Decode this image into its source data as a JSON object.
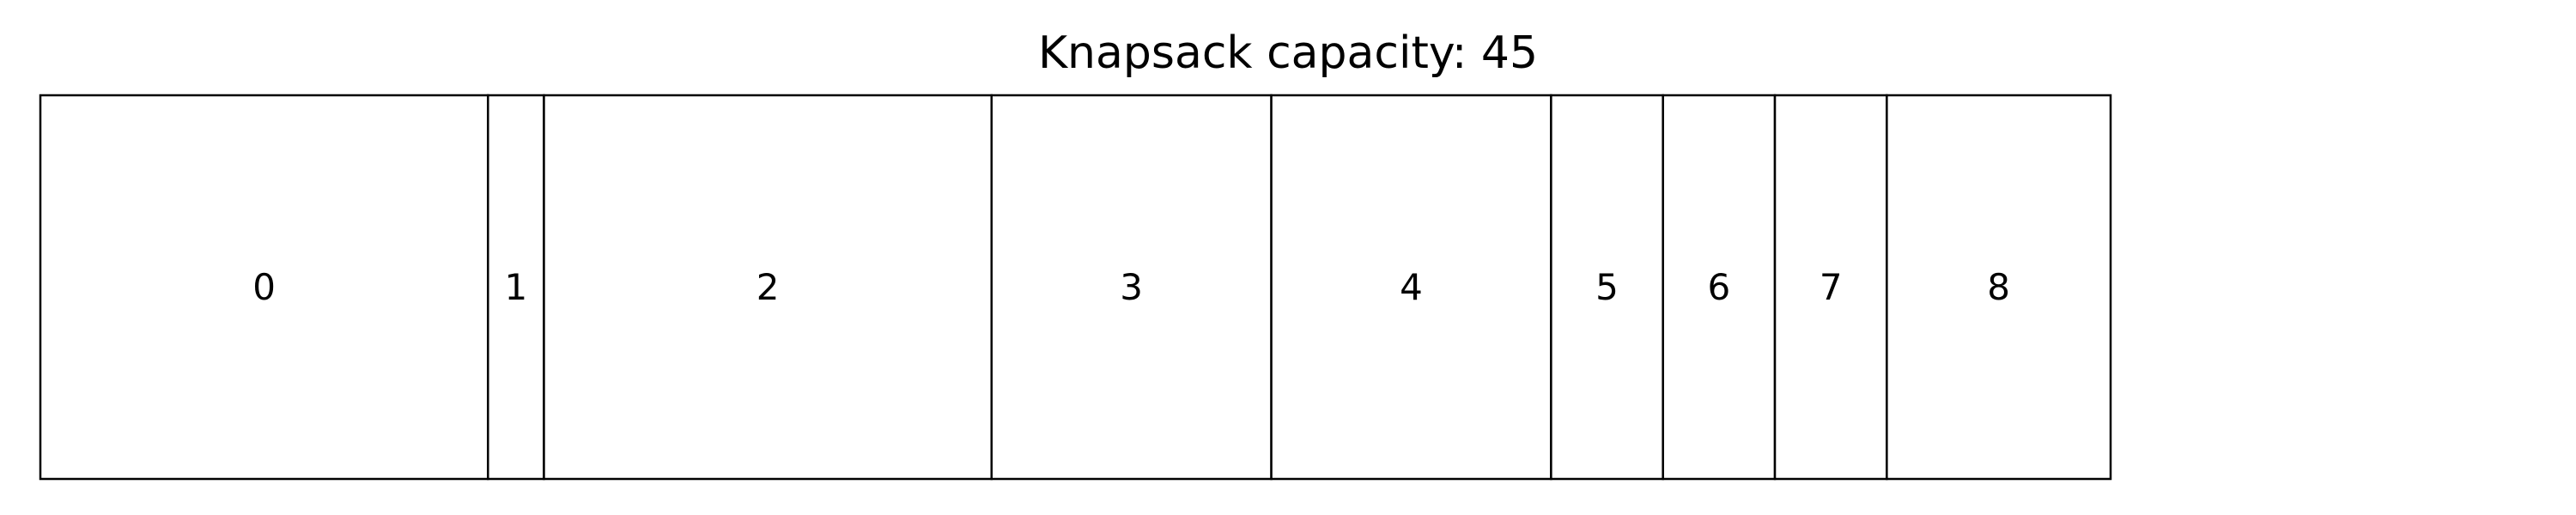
{
  "title": "Knapsack capacity: 45",
  "knapsack": {
    "capacity": 45,
    "items": [
      {
        "label": "0",
        "size": 8
      },
      {
        "label": "1",
        "size": 1
      },
      {
        "label": "2",
        "size": 8
      },
      {
        "label": "3",
        "size": 5
      },
      {
        "label": "4",
        "size": 5
      },
      {
        "label": "5",
        "size": 2
      },
      {
        "label": "6",
        "size": 2
      },
      {
        "label": "7",
        "size": 2
      },
      {
        "label": "8",
        "size": 4
      }
    ]
  },
  "colors": {
    "stroke": "#000000",
    "fill": "#ffffff",
    "text": "#000000"
  }
}
